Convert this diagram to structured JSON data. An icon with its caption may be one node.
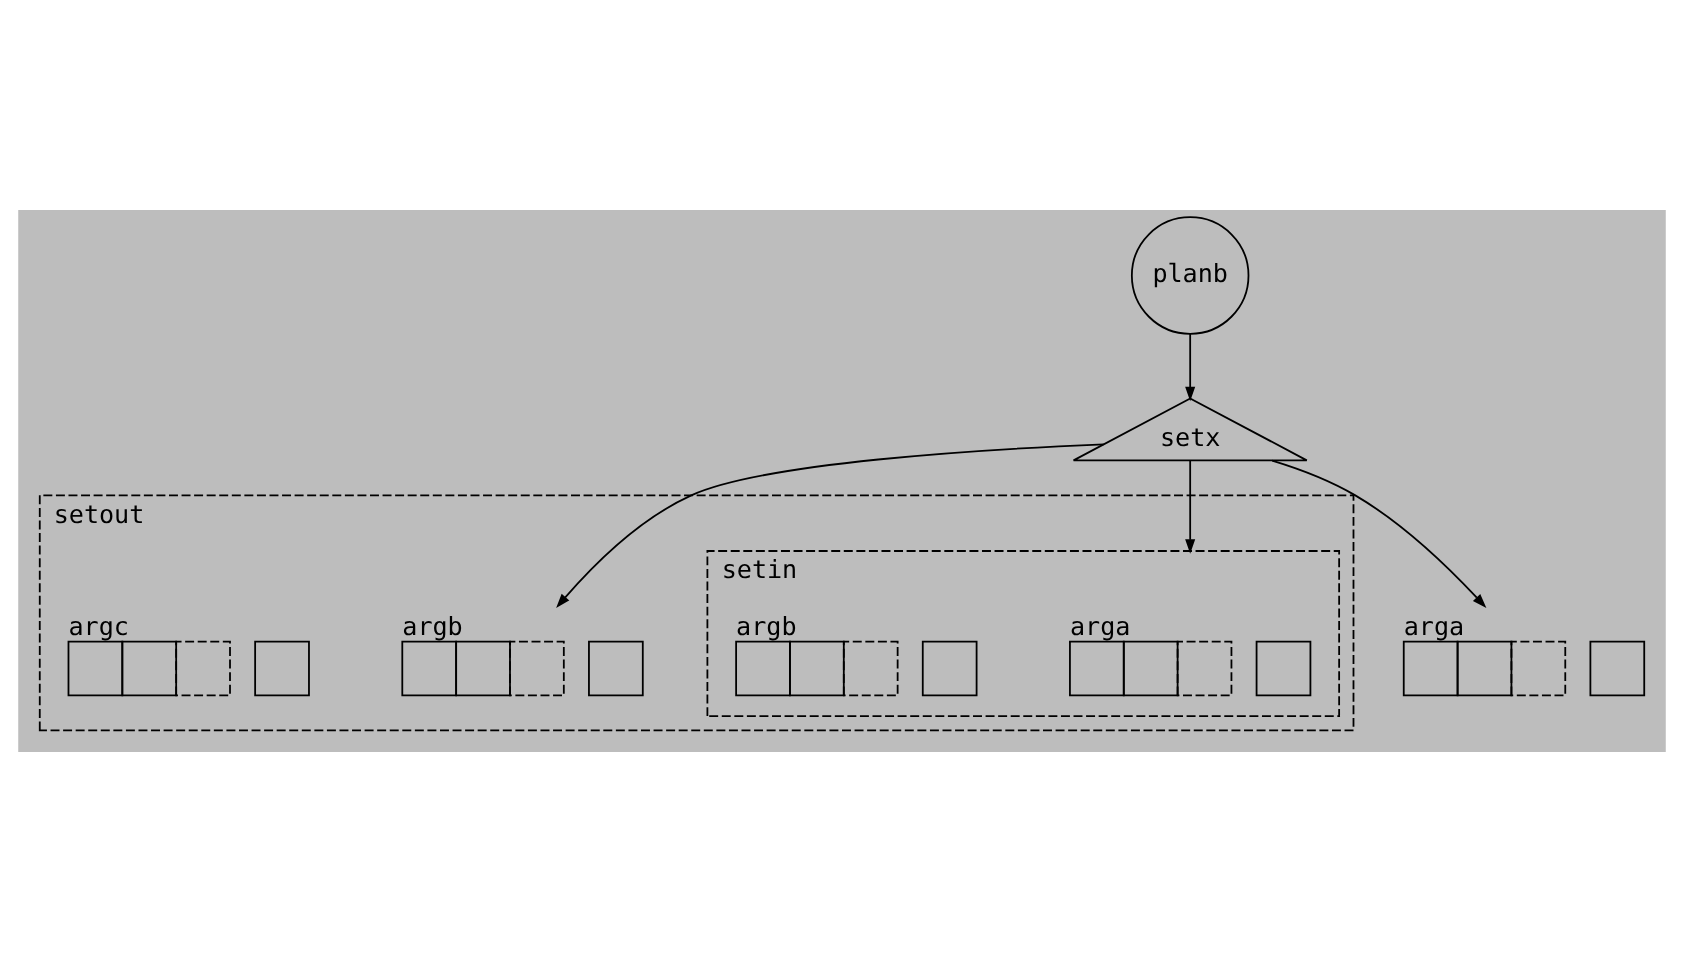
{
  "diagram": {
    "nodes": [
      {
        "text": [
          "planb"
        ]
      },
      {
        "text": [
          "setx"
        ]
      },
      {
        "text": [
          "setout"
        ]
      },
      {
        "text": [
          "setin"
        ],
        "in": 2
      },
      {
        "text": [
          "arga"
        ],
        "in": 3
      },
      {
        "text": [
          "argb"
        ],
        "in": 3
      },
      {
        "text": [
          "argb"
        ],
        "in": 2
      },
      {
        "text": [
          "argc"
        ],
        "in": 2
      },
      {
        "text": [
          "arga"
        ]
      }
    ],
    "edges": [
      {
        "from": 0,
        "to": 1,
        "arrow": "to"
      },
      {
        "from": 1,
        "to": 3,
        "arrow": "to"
      },
      {
        "from": 1,
        "to": 6,
        "arrow": "to"
      },
      {
        "from": 1,
        "to": 8,
        "arrow": "to"
      }
    ]
  }
}
